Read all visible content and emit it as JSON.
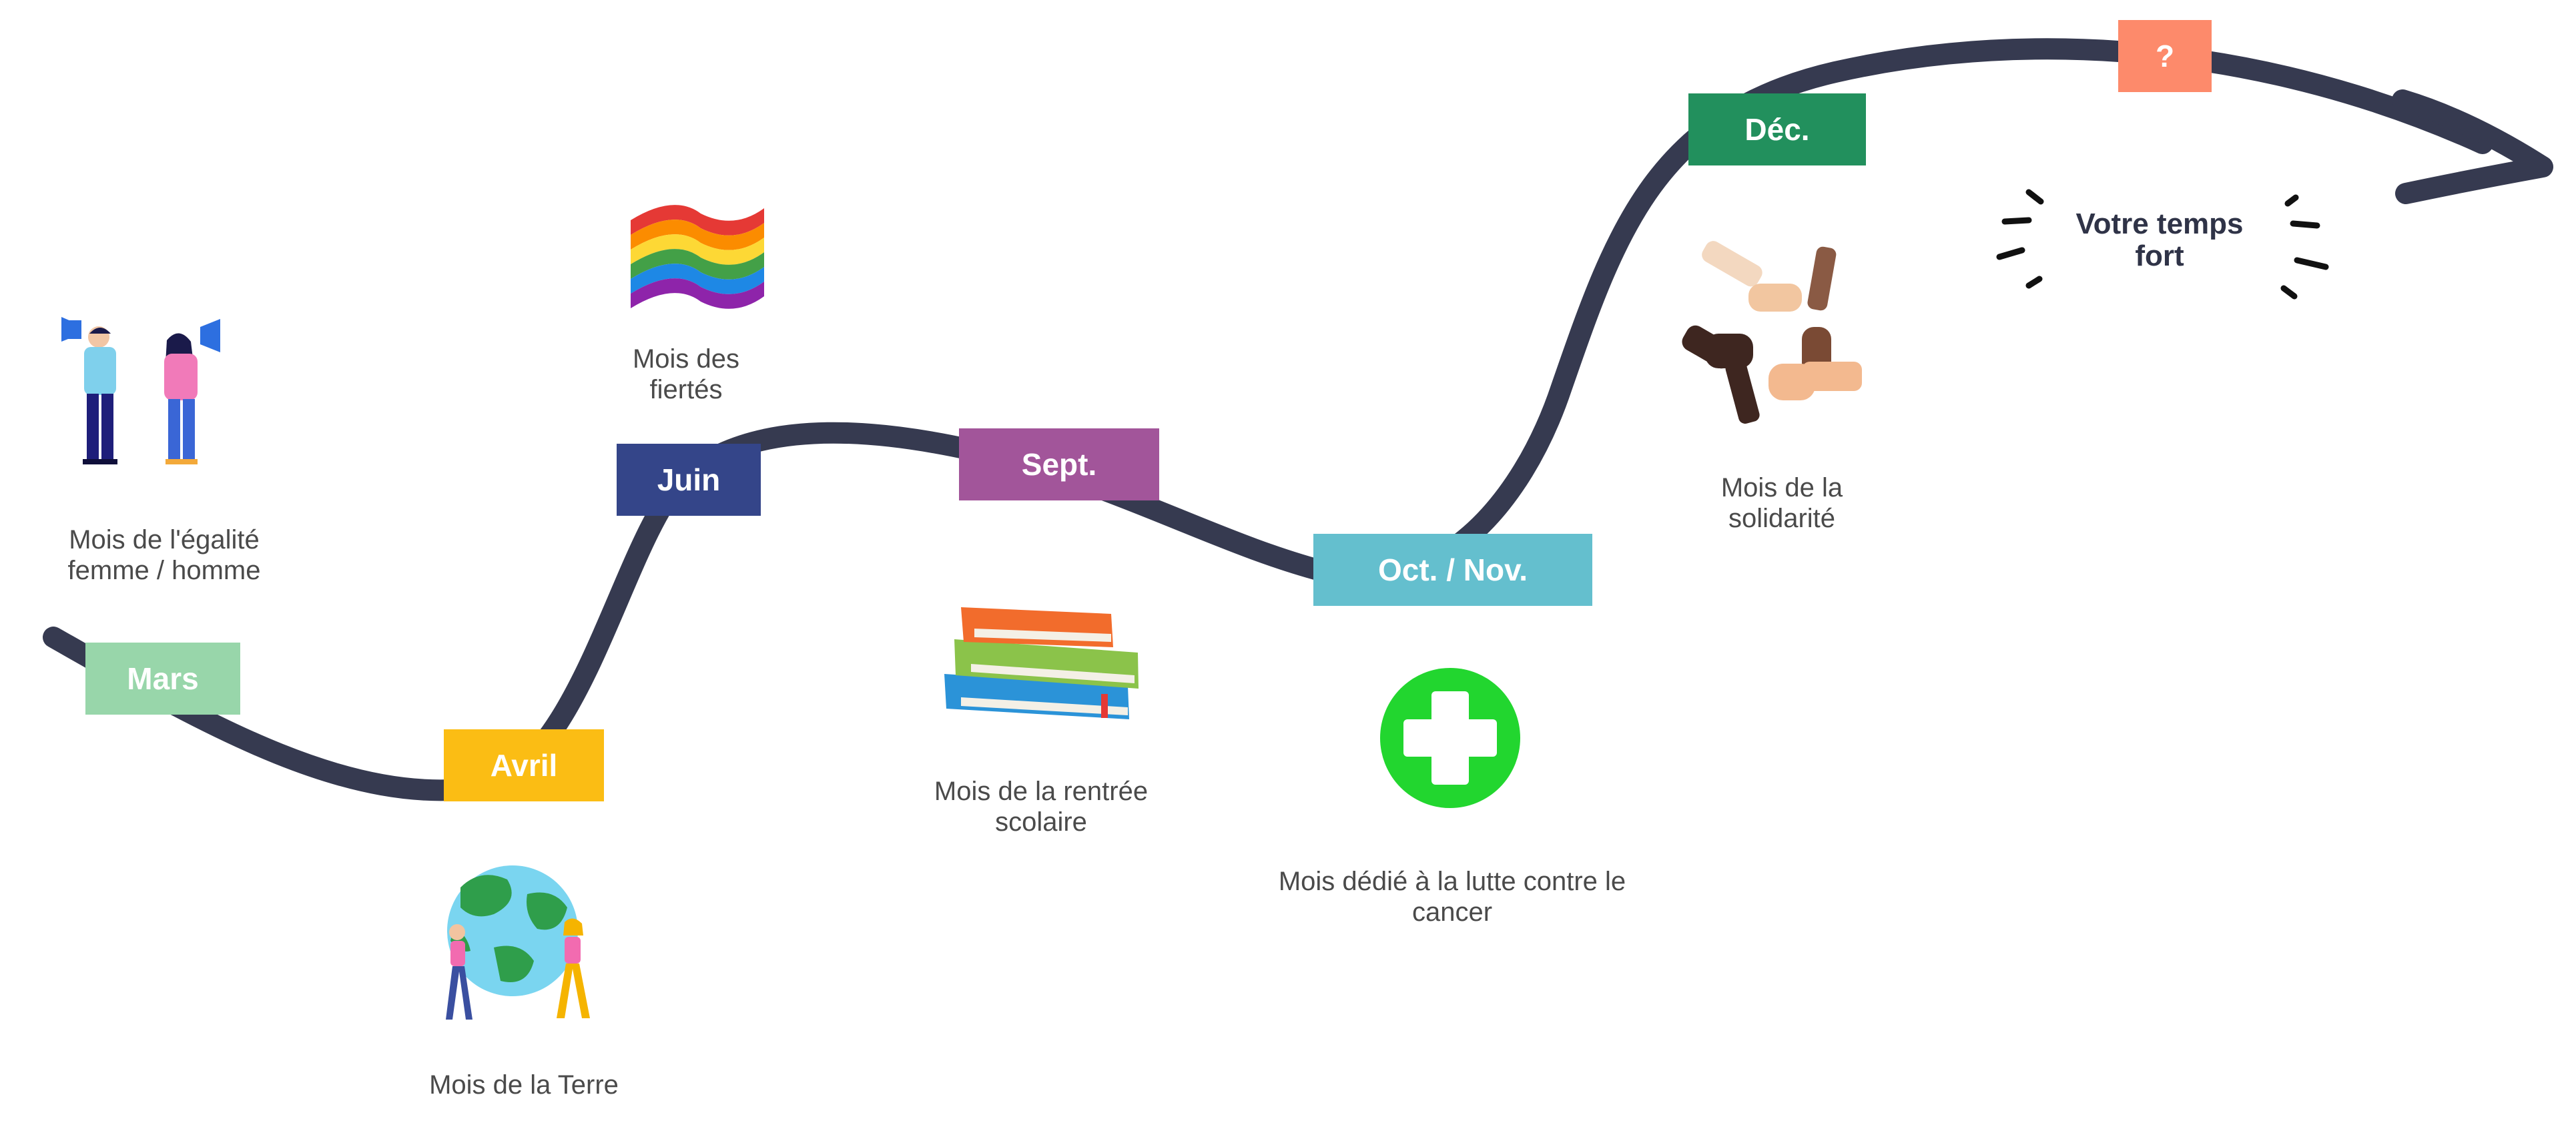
{
  "timeline": {
    "track_color": "#363a50",
    "months": [
      {
        "tag": "Mars",
        "color": "#98d6aa",
        "caption": [
          "Mois de l'égalité",
          "femme / homme"
        ],
        "icon": "megaphone-people-icon"
      },
      {
        "tag": "Avril",
        "color": "#fbbd14",
        "caption": [
          "Mois de la Terre"
        ],
        "icon": "earth-people-icon"
      },
      {
        "tag": "Juin",
        "color": "#344589",
        "caption": [
          "Mois des",
          "fiertés"
        ],
        "icon": "rainbow-flag-icon"
      },
      {
        "tag": "Sept.",
        "color": "#a2559a",
        "caption": [
          "Mois de la rentrée",
          "scolaire"
        ],
        "icon": "books-icon"
      },
      {
        "tag": "Oct. / Nov.",
        "color": "#64bfce",
        "caption": [
          "Mois dédié à la lutte contre le",
          "cancer"
        ],
        "icon": "green-cross-icon"
      },
      {
        "tag": "Déc.",
        "color": "#22905d",
        "caption": [
          "Mois de la",
          "solidarité"
        ],
        "icon": "joined-hands-icon"
      },
      {
        "tag": "?",
        "color": "#fd8a6b",
        "caption": [
          "Votre temps",
          "fort"
        ],
        "icon": "sparkle-lines-icon"
      }
    ]
  }
}
